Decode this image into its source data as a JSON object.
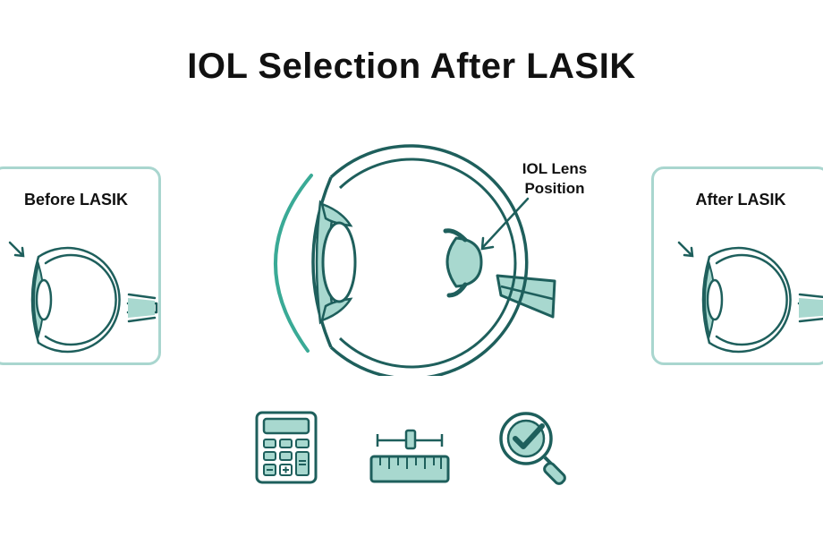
{
  "title": "IOL Selection After LASIK",
  "before_panel": {
    "label": "Before LASIK"
  },
  "after_panel": {
    "label": "After LASIK"
  },
  "main_eye": {
    "callout_line1": "IOL Lens",
    "callout_line2": "Position"
  },
  "tools": {
    "calculator": {
      "icon": "calculator-icon"
    },
    "ruler": {
      "icon": "ruler-slider-icon"
    },
    "check": {
      "icon": "magnifier-check-icon"
    }
  },
  "colors": {
    "stroke": "#1e5f5c",
    "fill": "#a8d8cf",
    "accent": "#3aaa96",
    "panel_border": "#a9d6cf"
  }
}
